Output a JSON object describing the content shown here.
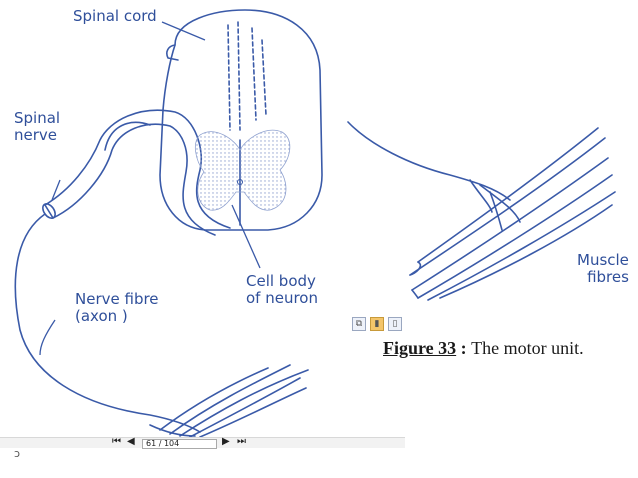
{
  "figure": {
    "labels": {
      "spinal_cord": "Spinal cord",
      "spinal_nerve_line1": "Spinal",
      "spinal_nerve_line2": "nerve",
      "nerve_fibre_line1": "Nerve fibre",
      "nerve_fibre_line2": "(axon  )",
      "cell_body_line1": "Cell body",
      "cell_body_line2": "of neuron",
      "muscle_line1": "Muscle",
      "muscle_line2": "fibres"
    },
    "caption": {
      "figure_ref": "Figure 33",
      "separator": " : ",
      "text": "The motor unit."
    }
  },
  "viewer": {
    "page_indicator": "61 / 104",
    "nav_first": "⏮",
    "nav_prev": "◀",
    "nav_next": "▶",
    "nav_last": "⏭",
    "stray_mark": "ɔ"
  },
  "colors": {
    "ink": "#3a5aa8",
    "label": "#2f4f9a",
    "stipple": "#c9d3ea"
  }
}
